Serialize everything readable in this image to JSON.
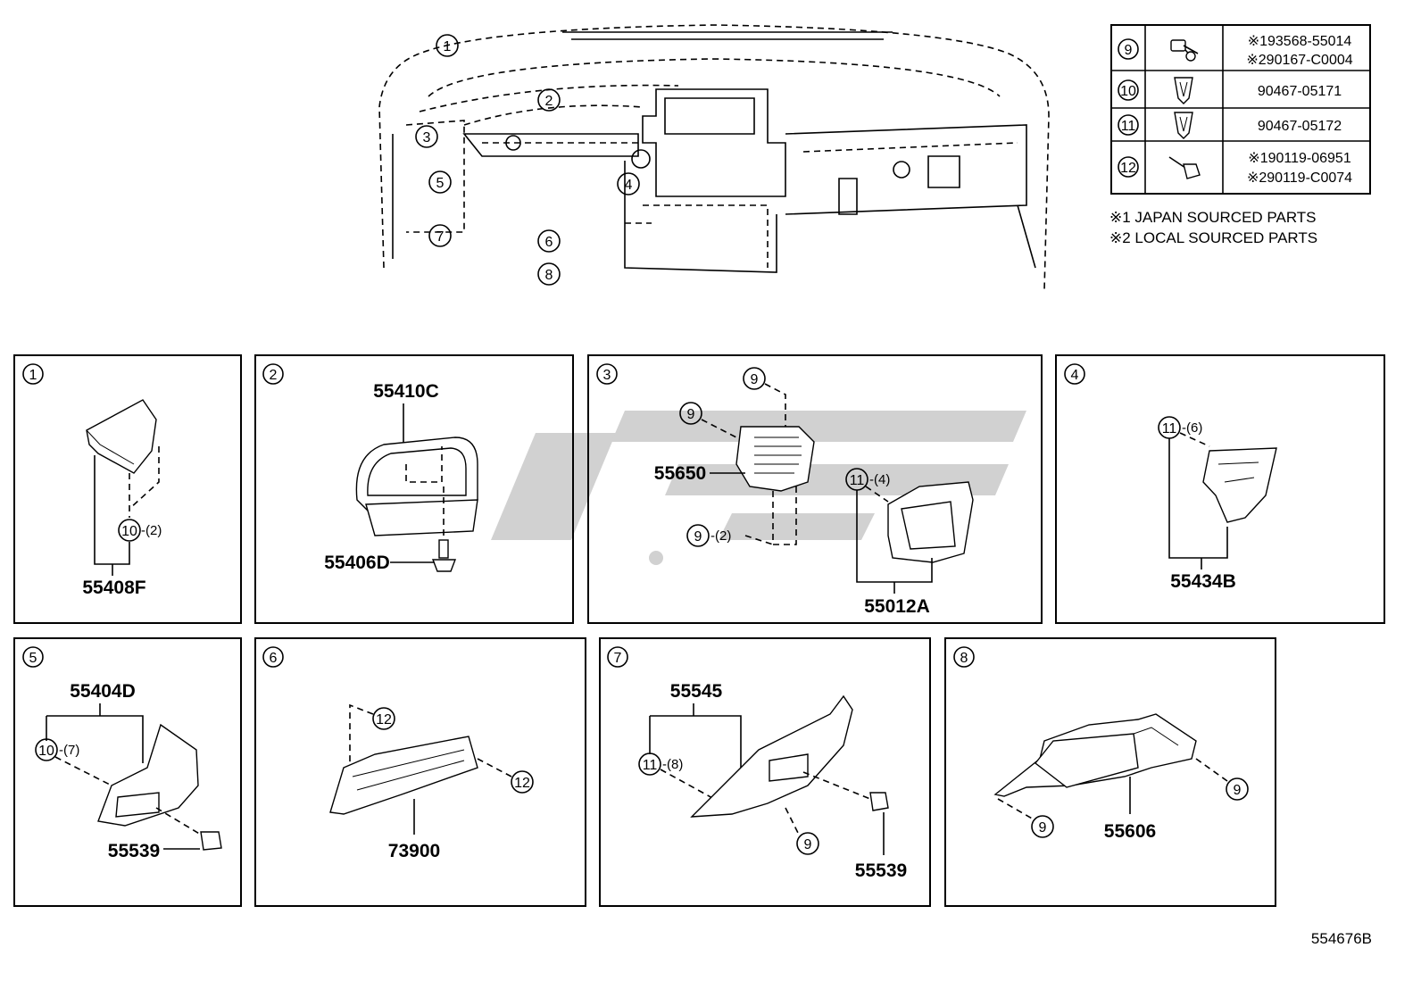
{
  "overview_callouts": [
    "1",
    "2",
    "3",
    "4",
    "5",
    "6",
    "7",
    "8"
  ],
  "fastener_table": [
    {
      "ref": "9",
      "parts": [
        "※193568-55014",
        "※290167-C0004"
      ],
      "icon": "screw-icon"
    },
    {
      "ref": "10",
      "parts": [
        "90467-05171"
      ],
      "icon": "clip-icon"
    },
    {
      "ref": "11",
      "parts": [
        "90467-05172"
      ],
      "icon": "clip-icon"
    },
    {
      "ref": "12",
      "parts": [
        "※190119-06951",
        "※290119-C0074"
      ],
      "icon": "screw-icon"
    }
  ],
  "notes": [
    "※1 JAPAN SOURCED PARTS",
    "※2 LOCAL SOURCED PARTS"
  ],
  "panels": [
    {
      "num": "1",
      "parts": [
        "55408F"
      ],
      "callouts": [
        {
          "num": "10",
          "qty": "-(2)"
        }
      ]
    },
    {
      "num": "2",
      "parts": [
        "55410C",
        "55406D"
      ],
      "callouts": []
    },
    {
      "num": "3",
      "parts": [
        "55650",
        "55012A"
      ],
      "callouts": [
        {
          "num": "9",
          "qty": ""
        },
        {
          "num": "9",
          "qty": ""
        },
        {
          "num": "9",
          "qty": "-(2)"
        },
        {
          "num": "11",
          "qty": "-(4)"
        }
      ]
    },
    {
      "num": "4",
      "parts": [
        "55434B"
      ],
      "callouts": [
        {
          "num": "11",
          "qty": "-(6)"
        }
      ]
    },
    {
      "num": "5",
      "parts": [
        "55404D",
        "55539"
      ],
      "callouts": [
        {
          "num": "10",
          "qty": "-(7)"
        }
      ]
    },
    {
      "num": "6",
      "parts": [
        "73900"
      ],
      "callouts": [
        {
          "num": "12",
          "qty": ""
        },
        {
          "num": "12",
          "qty": ""
        }
      ]
    },
    {
      "num": "7",
      "parts": [
        "55545",
        "55539"
      ],
      "callouts": [
        {
          "num": "11",
          "qty": "-(8)"
        },
        {
          "num": "9",
          "qty": ""
        }
      ]
    },
    {
      "num": "8",
      "parts": [
        "55606"
      ],
      "callouts": [
        {
          "num": "9",
          "qty": ""
        },
        {
          "num": "9",
          "qty": ""
        }
      ]
    }
  ],
  "diagram_code": "554676B"
}
